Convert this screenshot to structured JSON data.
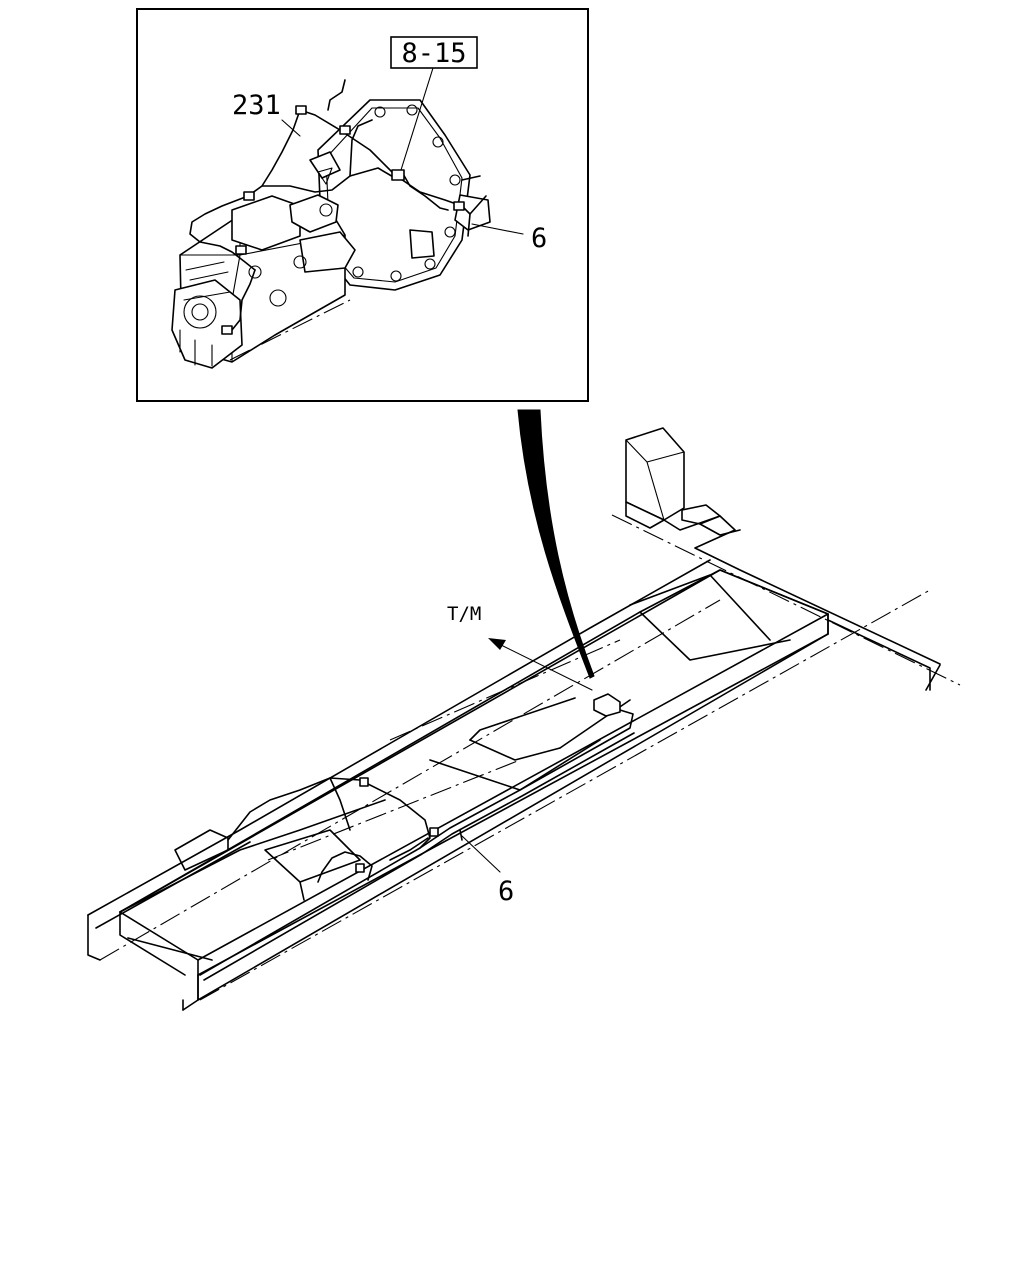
{
  "labels": {
    "ref_box": "8-15",
    "part_231": "231",
    "part_6_inset": "6",
    "part_6_frame": "6",
    "direction": "T/M"
  }
}
